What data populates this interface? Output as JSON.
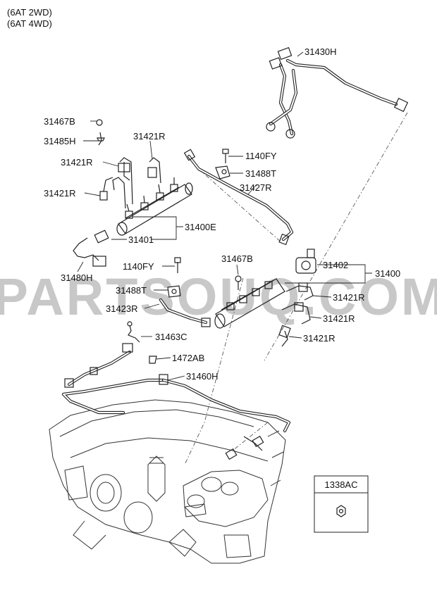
{
  "header": {
    "line1": "(6AT 2WD)",
    "line2": "(6AT 4WD)"
  },
  "watermark": {
    "text": "PARTSOUQ.COM",
    "color": "#c8c8c8"
  },
  "labels": {
    "p31430H": "31430H",
    "p31467B_a": "31467B",
    "p31485H": "31485H",
    "p31421R_a": "31421R",
    "p31421R_b": "31421R",
    "p1140FY_a": "1140FY",
    "p31488T_a": "31488T",
    "p31421R_c": "31421R",
    "p31427R": "31427R",
    "p31400E": "31400E",
    "p31401": "31401",
    "p31480H": "31480H",
    "p31467B_b": "31467B",
    "p1140FY_b": "1140FY",
    "p31402": "31402",
    "p31400": "31400",
    "p31488T_b": "31488T",
    "p31421R_d": "31421R",
    "p31423R": "31423R",
    "p31421R_e": "31421R",
    "p31463C": "31463C",
    "p31421R_f": "31421R",
    "p1472AB": "1472AB",
    "p31460H": "31460H"
  },
  "legend_box": {
    "label": "1338AC",
    "icon": "hex-nut-icon"
  }
}
